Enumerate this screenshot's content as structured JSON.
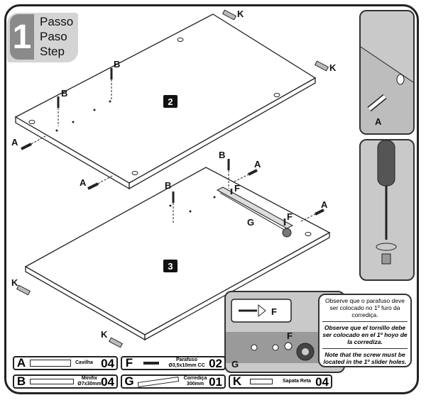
{
  "step": {
    "number": "1",
    "words": [
      "Passo",
      "Paso",
      "Step"
    ]
  },
  "panels": [
    {
      "badge": "2"
    },
    {
      "badge": "3"
    }
  ],
  "callouts": {
    "A": "A",
    "B": "B",
    "F": "F",
    "G": "G",
    "K": "K"
  },
  "inset_note": {
    "f_label": "F",
    "pt": "Observe que o parafuso deve ser colocado no 1º furo da corrediça.",
    "es": "Observe que el tornillo debe ser colocado en el 1º hoyo de la corrediza.",
    "en": "Note that the screw must be located in the 1º slider holes.",
    "g_label": "G"
  },
  "parts": [
    {
      "code": "A",
      "name": "Cavilha",
      "qty": "04"
    },
    {
      "code": "F",
      "name": "Parafuso Ø3,5x10mm CC",
      "qty": "02"
    },
    {
      "code": "B",
      "name": "Minifix Ø7x30mm",
      "qty": "04"
    },
    {
      "code": "G",
      "name": "Corrediça 300mm",
      "qty": "01"
    },
    {
      "code": "K",
      "name": "Sapata Reta",
      "qty": "04"
    }
  ]
}
